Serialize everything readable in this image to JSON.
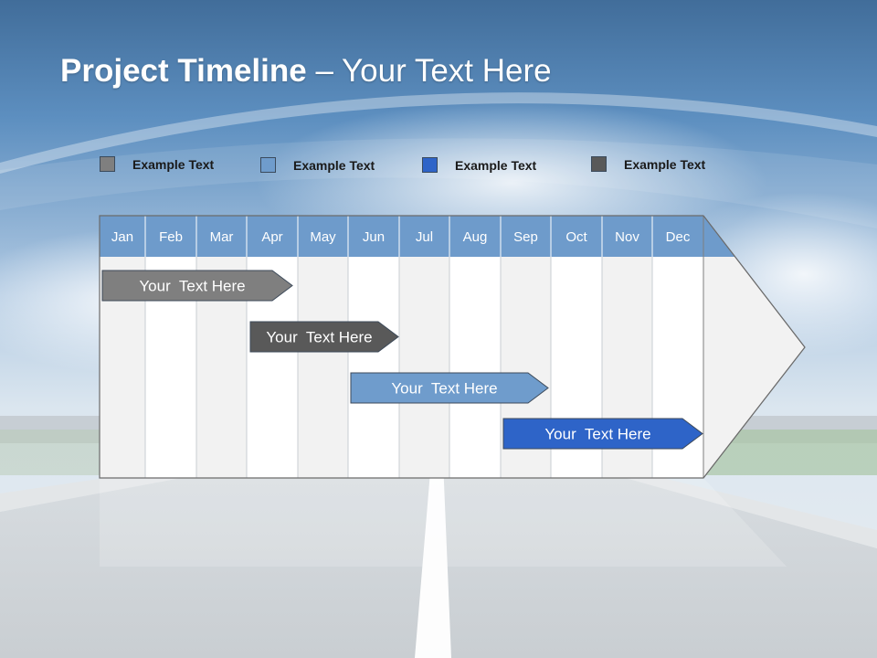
{
  "slide": {
    "title_bold": "Project Timeline",
    "title_rest": " – Your Text Here"
  },
  "colors": {
    "sky_top": "#3f6f9e",
    "header_blue": "#6e9bcb",
    "grid_gray": "#f2f2f2",
    "grid_white": "#ffffff",
    "bar_gray": "#7f7f7f",
    "bar_dark": "#595959",
    "bar_light_blue": "#6f9ccc",
    "bar_blue": "#2e64c8"
  },
  "legend": [
    {
      "label": "Example Text",
      "color": "#7f7f7f"
    },
    {
      "label": "Example Text",
      "color": "#6f9ccc"
    },
    {
      "label": "Example Text",
      "color": "#2e64c8"
    },
    {
      "label": "Example Text",
      "color": "#595959"
    }
  ],
  "chart_data": {
    "type": "gantt",
    "months": [
      "Jan",
      "Feb",
      "Mar",
      "Apr",
      "May",
      "Jun",
      "Jul",
      "Aug",
      "Sep",
      "Oct",
      "Nov",
      "Dec"
    ],
    "tasks": [
      {
        "label": "Your  Text Here",
        "start_month": "Jan",
        "end_month": "Apr",
        "color": "#7f7f7f"
      },
      {
        "label": "Your  Text Here",
        "start_month": "Apr",
        "end_month": "Jun",
        "color": "#595959"
      },
      {
        "label": "Your  Text Here",
        "start_month": "Jun",
        "end_month": "Sep",
        "color": "#6f9ccc"
      },
      {
        "label": "Your  Text Here",
        "start_month": "Sep",
        "end_month": "Dec",
        "color": "#2e64c8"
      }
    ]
  }
}
